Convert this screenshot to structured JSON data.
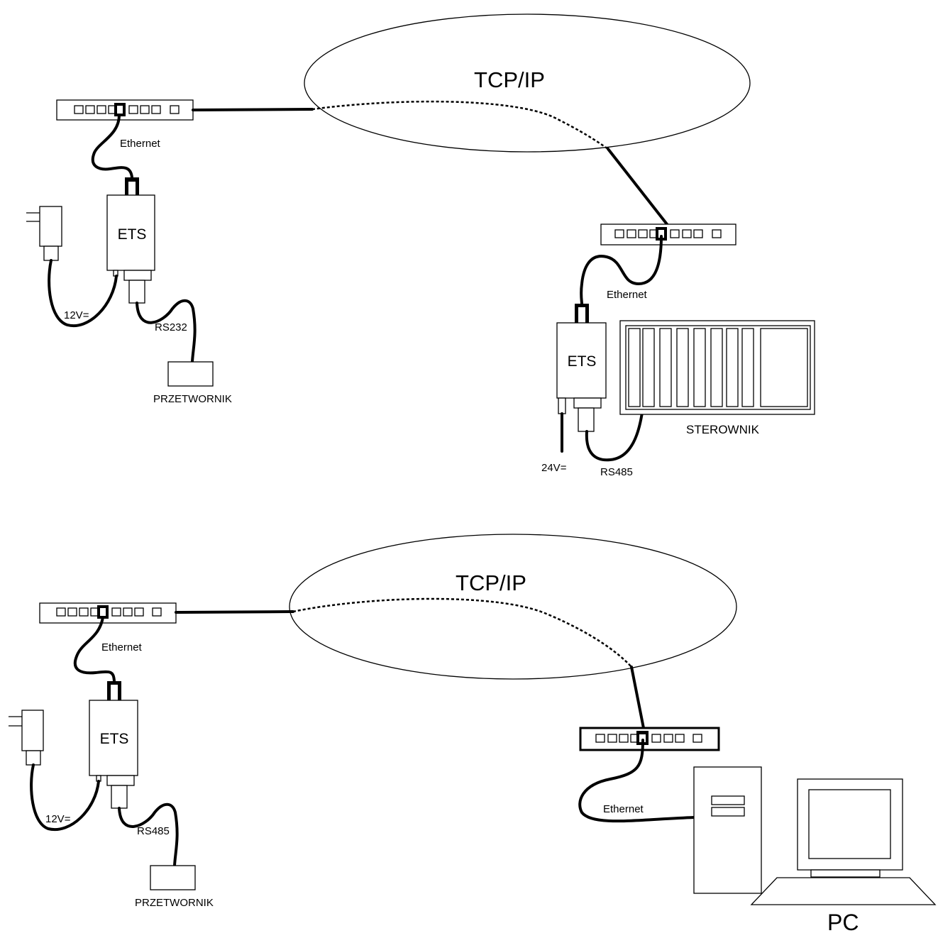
{
  "top": {
    "cloud_label": "TCP/IP",
    "left_ets_label": "ETS",
    "left_ethernet_label": "Ethernet",
    "left_power_label": "12V=",
    "left_serial_label": "RS232",
    "left_device_label": "PRZETWORNIK",
    "right_ets_label": "ETS",
    "right_ethernet_label": "Ethernet",
    "right_power_label": "24V=",
    "right_serial_label": "RS485",
    "controller_label": "STEROWNIK"
  },
  "bottom": {
    "cloud_label": "TCP/IP",
    "ets_label": "ETS",
    "ethernet_label": "Ethernet",
    "power_label": "12V=",
    "serial_label": "RS485",
    "device_label": "PRZETWORNIK",
    "pc_ethernet_label": "Ethernet",
    "pc_label": "PC"
  }
}
